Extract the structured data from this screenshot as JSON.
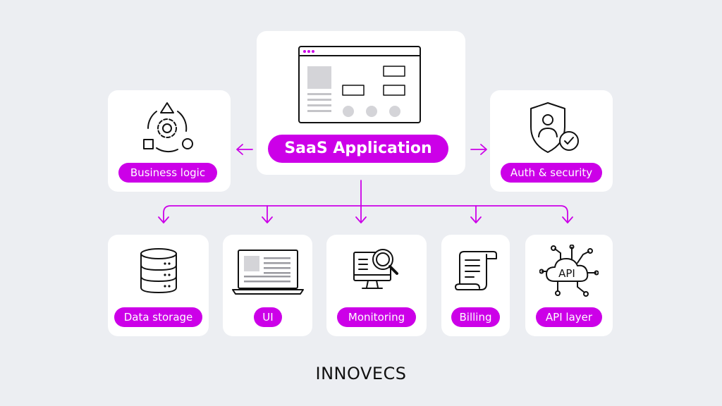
{
  "diagram": {
    "center": {
      "label": "SaaS Application"
    },
    "side_nodes": [
      {
        "label": "Business logic"
      },
      {
        "label": "Auth & security"
      }
    ],
    "bottom_nodes": [
      {
        "label": "Data storage"
      },
      {
        "label": "UI"
      },
      {
        "label": "Monitoring"
      },
      {
        "label": "Billing"
      },
      {
        "label": "API layer"
      }
    ],
    "api_icon_text": "API"
  },
  "brand": {
    "name": "INNOVECS"
  },
  "colors": {
    "accent": "#cc00e8",
    "background": "#eceef2",
    "card": "#ffffff",
    "icon": "#111111"
  }
}
